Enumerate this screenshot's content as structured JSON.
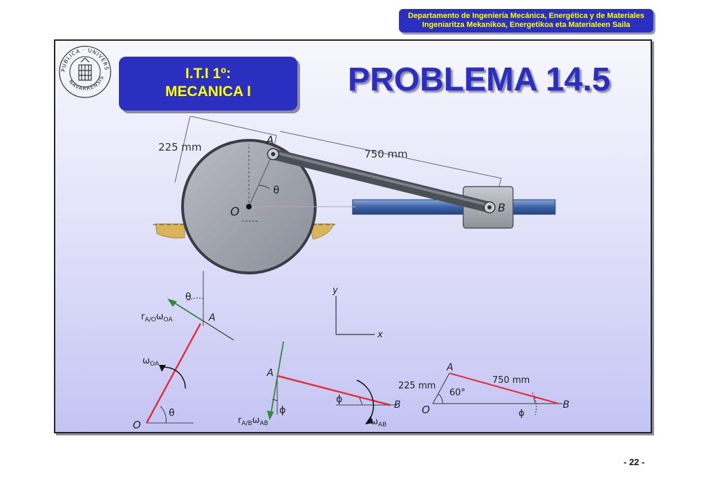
{
  "header": {
    "dept_line1": "Departamento de Ingeniería Mecánica, Energética y de Materiales",
    "dept_line2": "Ingeniaritza Mekanikoa, Energetikoa eta Materialeen Saila"
  },
  "logo": {
    "text_top": "PUBLICA · UNIVERSITAS",
    "text_bottom": "NAVARRENSIS"
  },
  "course": {
    "line1": "I.T.I 1º:",
    "line2": "MECANICA I"
  },
  "title": "PROBLEMA 14.5",
  "main_figure": {
    "dim_radius": "225 mm",
    "dim_rod": "750 mm",
    "label_A": "A",
    "label_B": "B",
    "label_O": "O",
    "label_theta": "θ"
  },
  "diagram_crank": {
    "label_theta_top": "θ",
    "label_A": "A",
    "label_r": "r",
    "label_r_sub": "A/O",
    "label_omega": "ω",
    "label_omega_sub": "OA",
    "label_omega2": "ω",
    "label_omega2_sub": "OA",
    "label_theta_bottom": "θ",
    "label_O": "O"
  },
  "axes": {
    "label_y": "y",
    "label_x": "x"
  },
  "diagram_rod": {
    "label_A": "A",
    "label_B": "B",
    "label_phi_left": "ϕ",
    "label_phi_right": "ϕ",
    "label_r": "r",
    "label_r_sub": "A/B",
    "label_omega": "ω",
    "label_omega_sub": "AB",
    "label_omega2": "ω",
    "label_omega2_sub": "AB"
  },
  "diagram_triangle": {
    "label_A": "A",
    "label_B": "B",
    "label_O": "O",
    "dim_left": "225 mm",
    "dim_right": "750 mm",
    "angle": "60°",
    "label_phi": "ϕ"
  },
  "footer": {
    "page": "- 22 -"
  },
  "colors": {
    "brand_blue": "#2a2fc0",
    "accent_yellow": "#ffff00",
    "red_member": "#e0303a",
    "green_vector": "#2f8a3a"
  }
}
